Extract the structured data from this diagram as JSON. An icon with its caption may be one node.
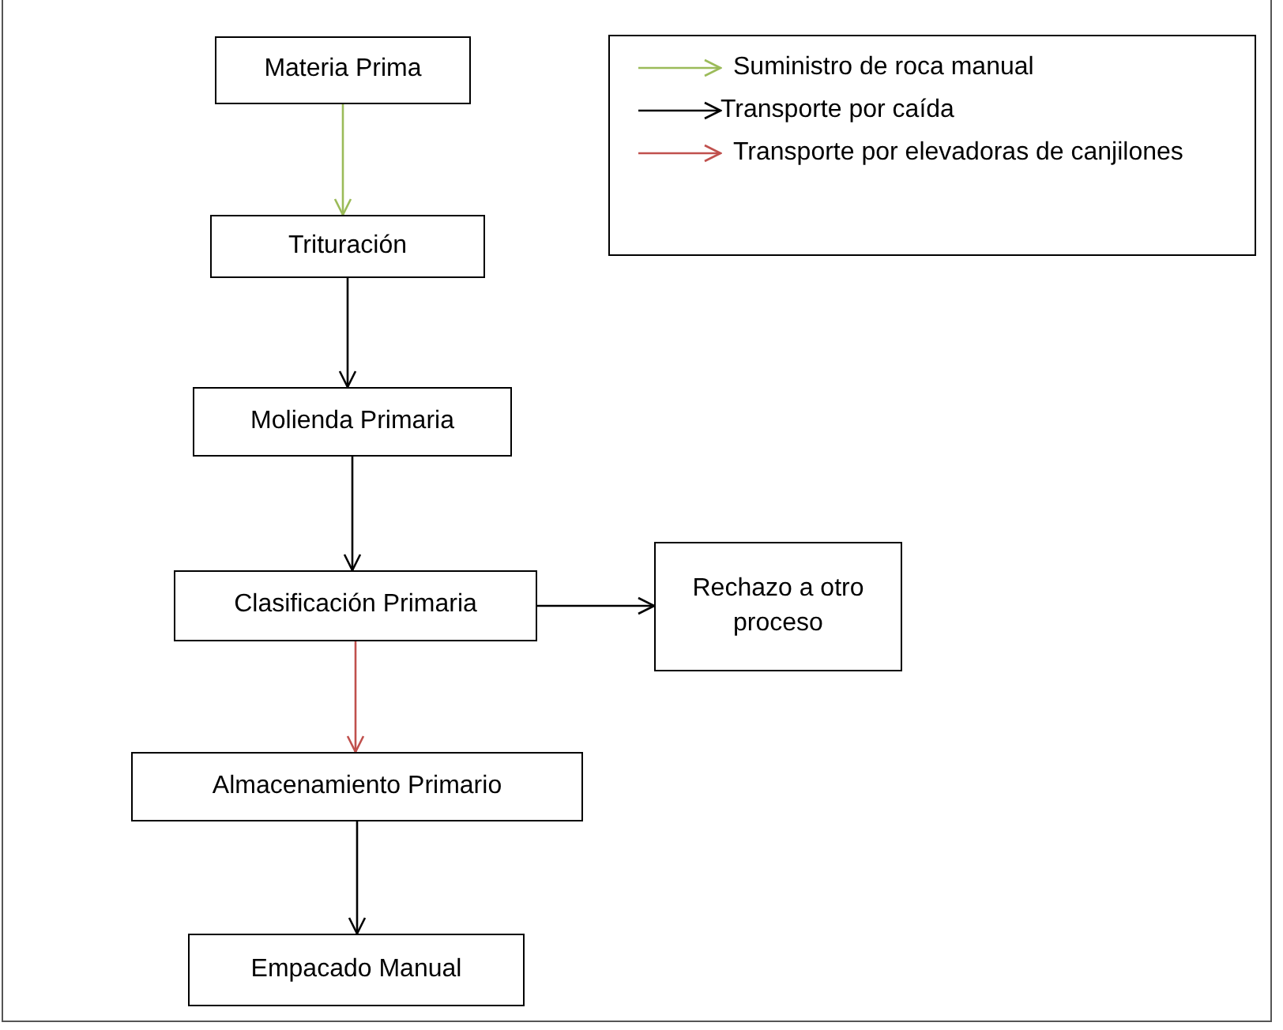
{
  "diagram": {
    "nodes": [
      {
        "text": [
          "Materia Prima"
        ]
      },
      {
        "text": [
          "Trituración"
        ]
      },
      {
        "text": [
          "Molienda Primaria"
        ]
      },
      {
        "text": [
          "Clasificación Primaria"
        ]
      },
      {
        "text": [
          "Rechazo a otro proceso"
        ]
      },
      {
        "text": [
          "Almacenamiento Primario"
        ]
      },
      {
        "text": [
          "Empacado Manual"
        ]
      }
    ],
    "edges": [
      {
        "from": 0,
        "to": 1,
        "arrow": "to",
        "color": "#9bbb59"
      },
      {
        "from": 1,
        "to": 2,
        "arrow": "to"
      },
      {
        "from": 2,
        "to": 3,
        "arrow": "to"
      },
      {
        "from": 3,
        "to": 4,
        "arrow": "to"
      },
      {
        "from": 3,
        "to": 5,
        "arrow": "to",
        "color": "#c0504d"
      },
      {
        "from": 5,
        "to": 6,
        "arrow": "to"
      }
    ],
    "legend": [
      {
        "text": "Suministro de roca manual"
      },
      {
        "text": "Transporte por caída"
      },
      {
        "text": "Transporte por elevadoras de canjilones"
      }
    ]
  }
}
